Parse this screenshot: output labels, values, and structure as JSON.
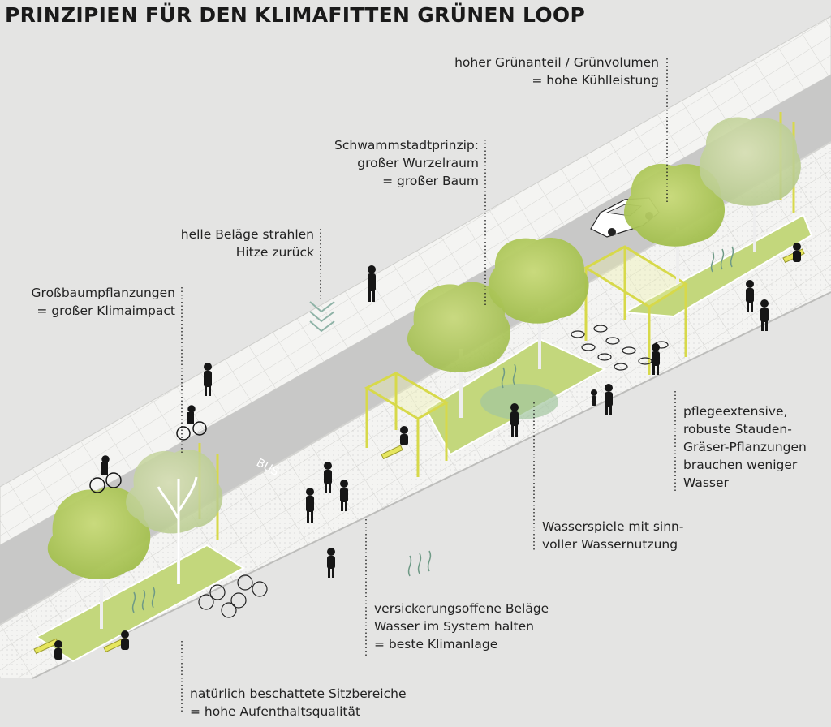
{
  "title": "PRINZIPIEN FÜR DEN KLIMAFITTEN GRÜNEN LOOP",
  "road_label": "BUS",
  "annotations": {
    "gruenanteil": [
      "hoher Grünanteil / Grünvolumen",
      "= hohe Kühlleistung"
    ],
    "schwammstadt": [
      "Schwammstadtprinzip:",
      "großer Wurzelraum",
      "= großer Baum"
    ],
    "helle_belaege": [
      "helle Beläge strahlen",
      "Hitze zurück"
    ],
    "grossbaum": [
      "Großbaumpflanzungen",
      "= großer Klimaimpact"
    ],
    "pflegeextensive": [
      "pflegeextensive,",
      "robuste Stauden-",
      "Gräser-Pflanzungen",
      "brauchen weniger",
      "Wasser"
    ],
    "wasserspiele": [
      "Wasserspiele mit sinn-",
      "voller Wassernutzung"
    ],
    "versickerung": [
      "versickerungsoffene Beläge",
      "Wasser im System halten",
      "= beste Klimanlage"
    ],
    "sitzbereiche": [
      "natürlich beschattete Sitzbereiche",
      "= hohe Aufenthaltsqualität"
    ]
  },
  "colors": {
    "background": "#e4e4e3",
    "sidewalk": "#f3f3f1",
    "road": "#c9c9c8",
    "lawn": "#c3d77c",
    "tree_canopy": "#b4cc5e",
    "pergola": "#e3e56a",
    "people": "#161616"
  }
}
